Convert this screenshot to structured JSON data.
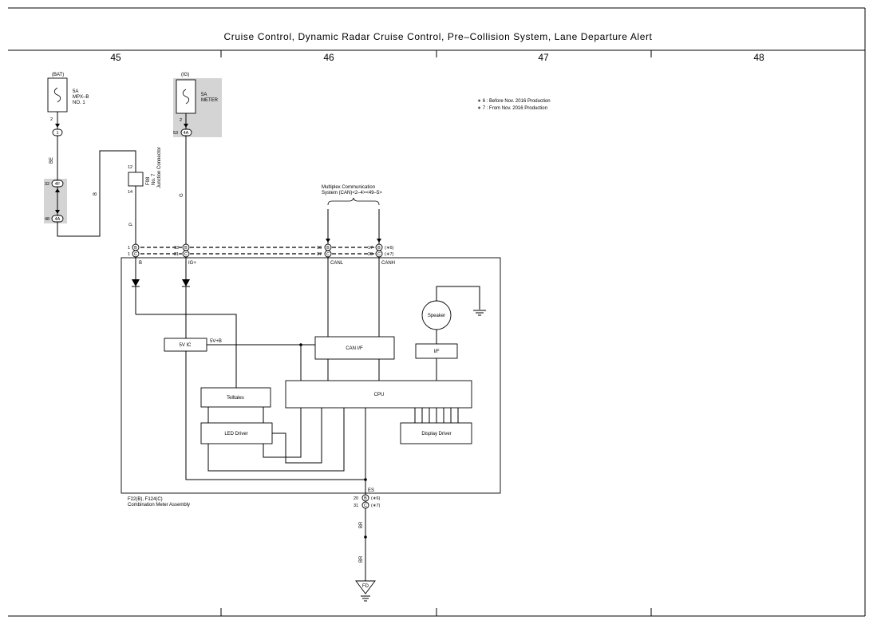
{
  "title": "Cruise Control,  Dynamic Radar Cruise Control,  Pre–Collision System,  Lane Departure Alert",
  "grid_columns": [
    "45",
    "46",
    "47",
    "48"
  ],
  "notes": [
    "∗ 6 : Before Nov.  2016 Production",
    "∗ 7 : From Nov.  2016 Production"
  ],
  "fuse_bat": {
    "label": "(BAT)",
    "rating": "5A",
    "name1": "MPX–B",
    "name2": "NO. 1",
    "pin": "2",
    "connector": "1"
  },
  "fuse_ig": {
    "label": "(IG)",
    "rating": "5A",
    "name": "METER",
    "pin": "2",
    "conn_pin": "53",
    "connector": "4A"
  },
  "junction": {
    "pin_top": "12",
    "pin_bottom": "14",
    "id": "F98",
    "name1": "No. 7",
    "name2": "Junction Connector"
  },
  "connectors_left": [
    {
      "pin": "32",
      "id": "4F"
    },
    {
      "pin": "48",
      "id": "4A"
    }
  ],
  "wires": {
    "be": "BE",
    "b": "B",
    "p": "P",
    "g": "G",
    "br1": "BR",
    "br2": "BR"
  },
  "canbus": {
    "label1": "Multiplex Communication",
    "label2": "System (CAN)<2–4><49–5>"
  },
  "meter_pins_b": [
    {
      "pin": "1",
      "id": "B"
    },
    {
      "pin": "13",
      "id": "B"
    },
    {
      "pin": "16",
      "id": "B"
    },
    {
      "pin": "17",
      "id": "B",
      "note": "(∗6)"
    }
  ],
  "meter_pins_c": [
    {
      "pin": "1",
      "id": "C"
    },
    {
      "pin": "21",
      "id": "C"
    },
    {
      "pin": "27",
      "id": "C"
    },
    {
      "pin": "28",
      "id": "C",
      "note": "(∗7)"
    }
  ],
  "terminals": {
    "b": "B",
    "ig": "IG+",
    "canl": "CANL",
    "canh": "CANH",
    "es": "ES",
    "v5b": "5V+B"
  },
  "blocks": {
    "v5ic": "5V IC",
    "can_if": "CAN I/F",
    "if": "I/F",
    "speaker": "Speaker",
    "telltales": "Telltales",
    "cpu": "CPU",
    "led_driver": "LED Driver",
    "display_driver": "Display Driver"
  },
  "assembly": {
    "line1": "F22(B), F124(C)",
    "line2": "Combination Meter Assembly"
  },
  "ground_pins": [
    {
      "pin": "20",
      "id": "B",
      "note": "(∗6)"
    },
    {
      "pin": "31",
      "id": "C",
      "note": "(∗7)"
    }
  ],
  "ground": {
    "id": "FD"
  }
}
